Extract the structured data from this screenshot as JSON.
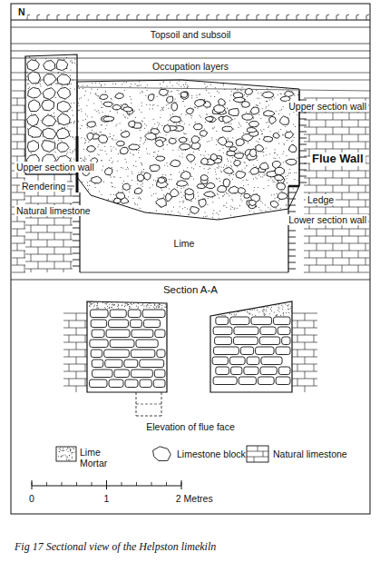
{
  "diagram": {
    "caption": "Fig 17 Sectional view of the Helpston limekiln",
    "labels": [
      "N",
      "Topsoil and subsoil",
      "Occupation layers",
      "Upper section wall",
      "Rendering",
      "Natural limestone",
      "Upper section wall",
      "Flue Wall",
      "Ledge",
      "Lower section wall",
      "Lime",
      "Section A-A",
      "Elevation of flue face",
      "0",
      "1",
      "2 Metres"
    ],
    "legend": [
      {
        "text": "Lime Mortar"
      },
      {
        "text": "Limestone block"
      },
      {
        "text": "Natural limestone"
      }
    ]
  }
}
